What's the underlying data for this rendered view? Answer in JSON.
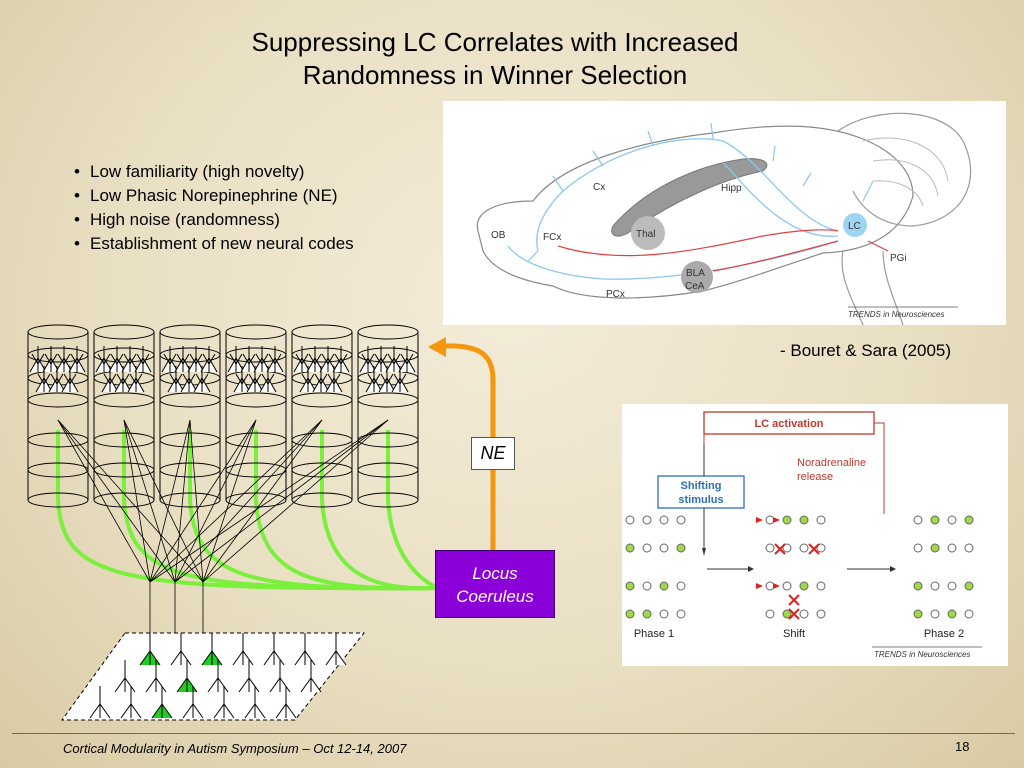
{
  "slide": {
    "title_line1": "Suppressing LC Correlates with Increased",
    "title_line2": "Randomness in Winner Selection",
    "bullets": [
      "Low familiarity (high novelty)",
      "Low Phasic Norepinephrine (NE)",
      "High noise (randomness)",
      "Establishment of new neural codes"
    ],
    "citation": "- Bouret & Sara (2005)",
    "ne_label": "NE",
    "lc_label_line1": "Locus",
    "lc_label_line2": "Coeruleus",
    "footer": "Cortical Modularity in Autism Symposium – Oct 12-14, 2007",
    "page_number": "18"
  },
  "brain_figure": {
    "labels": {
      "ob": "OB",
      "fcx": "FCx",
      "cx": "Cx",
      "hipp": "Hipp",
      "thal": "Thal",
      "bla": "BLA",
      "cea": "CeA",
      "pcx": "PCx",
      "lc": "LC",
      "pgi": "PGi"
    },
    "credit": "TRENDS in Neurosciences"
  },
  "shift_figure": {
    "lc_activation": "LC activation",
    "noradrenaline_line1": "Noradrenaline",
    "noradrenaline_line2": "release",
    "shifting_line1": "Shifting",
    "shifting_line2": "stimulus",
    "phase1": "Phase 1",
    "shift": "Shift",
    "phase2": "Phase 2",
    "credit": "TRENDS in Neurosciences"
  },
  "colors": {
    "lc_box": "#8b00d8",
    "ne_arrow": "#f5960f",
    "projection": "#7af03c",
    "active_neuron": "#22cc22",
    "lc_activation": "#c0392b",
    "shifting_stimulus": "#2f6fb8"
  }
}
